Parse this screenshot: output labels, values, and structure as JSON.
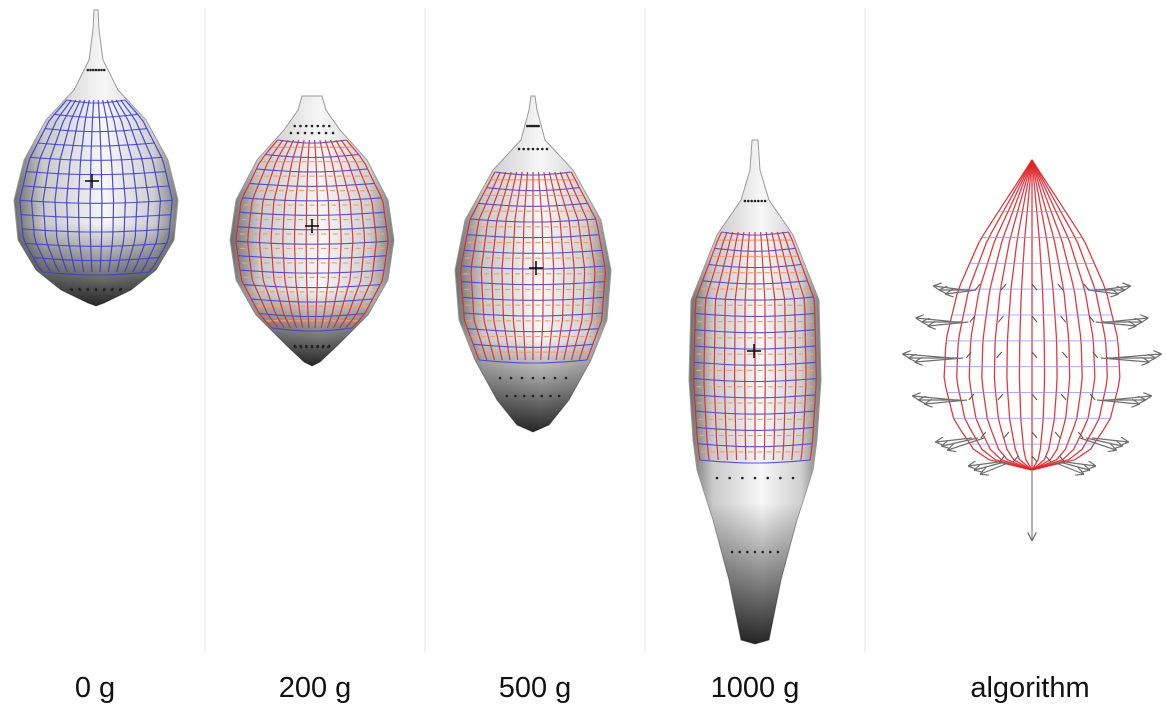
{
  "panels": [
    {
      "id": "p0",
      "label": "0 g"
    },
    {
      "id": "p200",
      "label": "200 g"
    },
    {
      "id": "p500",
      "label": "500 g"
    },
    {
      "id": "p1000",
      "label": "1000 g"
    },
    {
      "id": "palg",
      "label": "algorithm"
    }
  ],
  "colors": {
    "background": "#ffffff",
    "text": "#111111",
    "divider": "#e6e6e6",
    "grid_blue": "#3a3ad8",
    "grid_red": "#e0242a",
    "grid_orange": "#f0a070",
    "balloon_light": "#f2f2f2",
    "balloon_dark": "#1a1a1a",
    "arrow_grey": "#6e6e6e",
    "marker": "#111111"
  }
}
